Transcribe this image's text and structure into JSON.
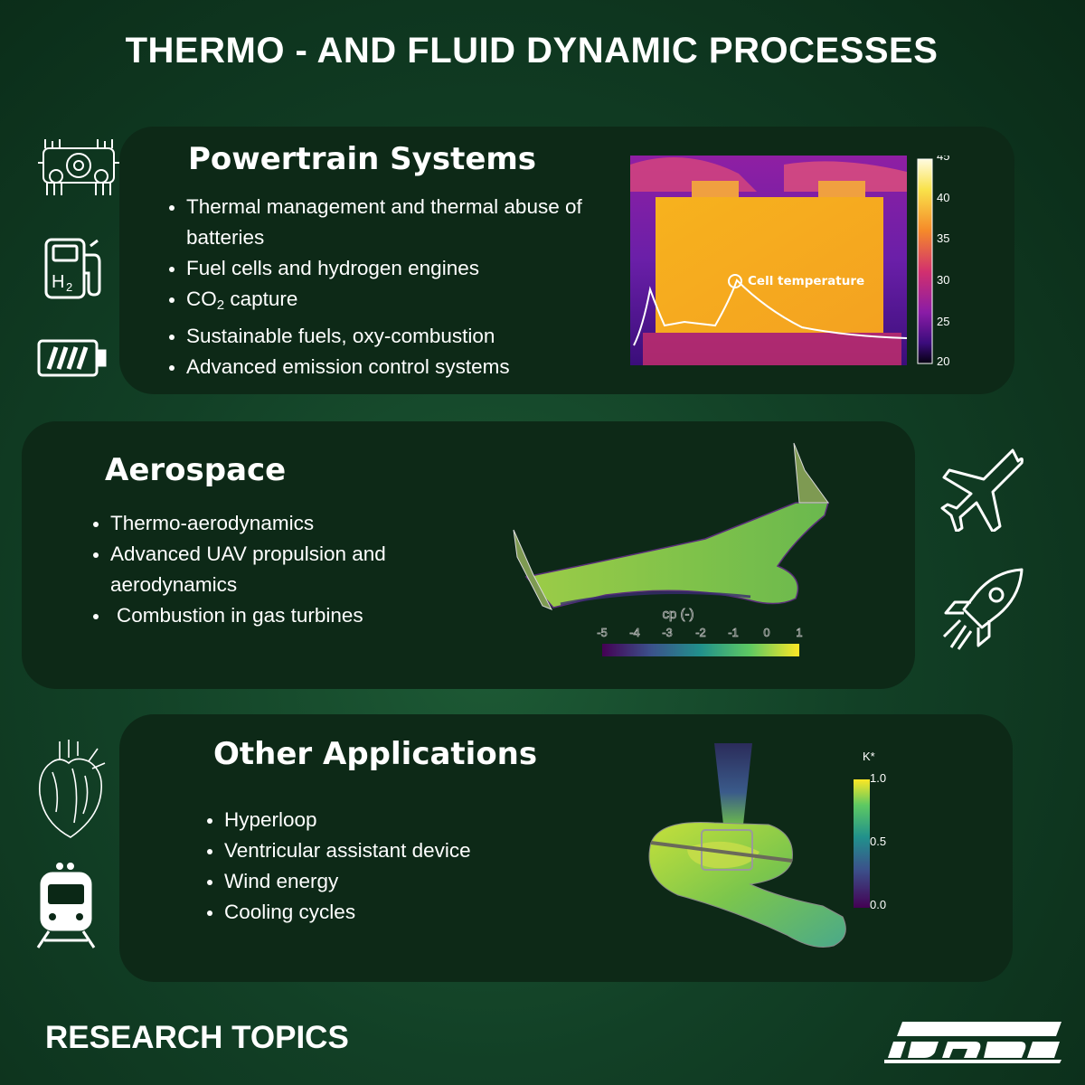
{
  "title": "THERMO - AND FLUID DYNAMIC PROCESSES",
  "powertrain": {
    "heading": "Powertrain Systems",
    "items": [
      "Thermal management and thermal abuse of batteries",
      "Fuel cells and hydrogen engines",
      "capture",
      "Sustainable fuels, oxy-combustion",
      "Advanced emission control systems"
    ],
    "co2_main": "CO",
    "co2_sub": "2",
    "image": {
      "annotation": "Cell temperature",
      "colorbar_ticks": [
        "45",
        "40",
        "35",
        "30",
        "25",
        "20"
      ]
    },
    "icons": [
      "engine-icon",
      "hydrogen-pump-icon",
      "battery-icon"
    ],
    "h2_label": "H",
    "h2_sub": "2"
  },
  "aerospace": {
    "heading": "Aerospace",
    "items": [
      "Thermo-aerodynamics",
      "Advanced UAV propulsion and aerodynamics",
      "Combustion in gas turbines"
    ],
    "image": {
      "colorbar_title": "cp (-)",
      "colorbar_ticks": [
        "-5",
        "-4",
        "-3",
        "-2",
        "-1",
        "0",
        "1"
      ]
    },
    "icons": [
      "airplane-icon",
      "rocket-icon"
    ]
  },
  "other": {
    "heading": "Other Applications",
    "items": [
      "Hyperloop",
      "Ventricular assistant device",
      "Wind energy",
      "Cooling cycles"
    ],
    "image": {
      "colorbar_title": "K*",
      "colorbar_ticks": [
        "1.0",
        "0.5",
        "0.0"
      ]
    },
    "icons": [
      "heart-icon",
      "train-icon"
    ]
  },
  "footer": "RESEARCH TOPICS",
  "colors": {
    "panel": "#0d2917",
    "accent_yellow": "#f5d640"
  }
}
